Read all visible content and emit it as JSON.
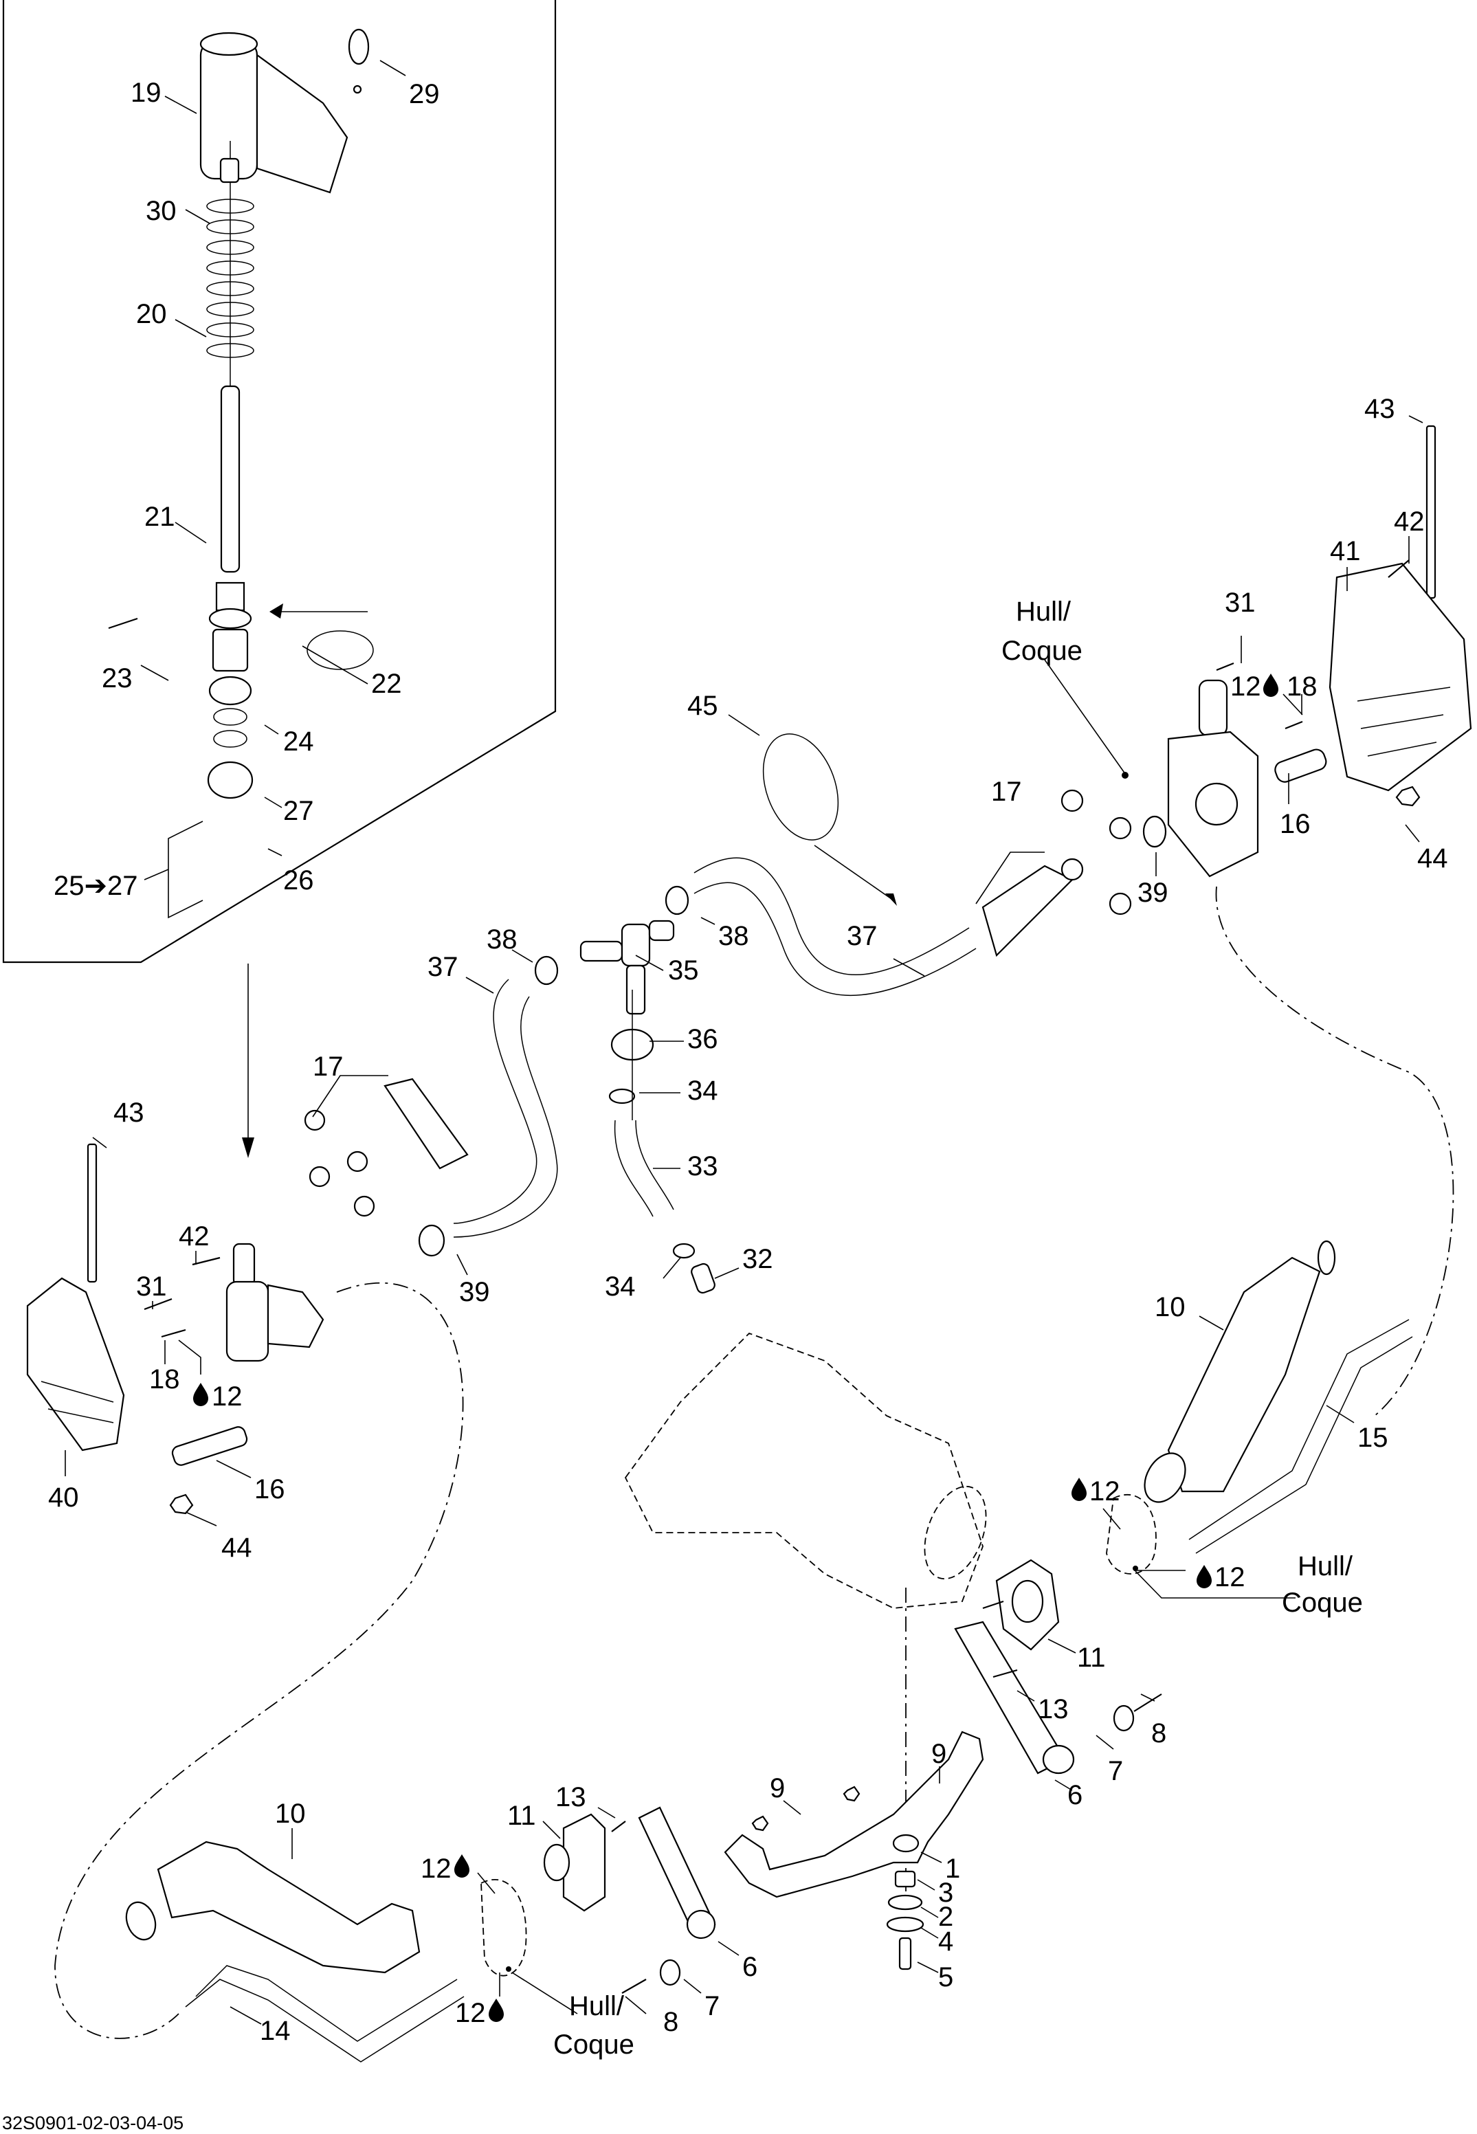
{
  "diagram": {
    "title": "Exploded parts diagram — steering / reverse assembly",
    "drawing_number": "32S0901-02-03-04-05",
    "hull_label_line1": "Hull/",
    "hull_label_line2": "Coque",
    "lubricant_ref": "12",
    "callouts": [
      {
        "id": "c19",
        "text": "19"
      },
      {
        "id": "c29",
        "text": "29"
      },
      {
        "id": "c30",
        "text": "30"
      },
      {
        "id": "c20",
        "text": "20"
      },
      {
        "id": "c21",
        "text": "21"
      },
      {
        "id": "c23",
        "text": "23"
      },
      {
        "id": "c22",
        "text": "22"
      },
      {
        "id": "c24",
        "text": "24"
      },
      {
        "id": "c27",
        "text": "27"
      },
      {
        "id": "c25to27",
        "text": "25➔27"
      },
      {
        "id": "c26",
        "text": "26"
      },
      {
        "id": "c43r",
        "text": "43"
      },
      {
        "id": "c42r",
        "text": "42"
      },
      {
        "id": "c41",
        "text": "41"
      },
      {
        "id": "c31r",
        "text": "31"
      },
      {
        "id": "c12r",
        "text": "12"
      },
      {
        "id": "c18r",
        "text": "18"
      },
      {
        "id": "c16r",
        "text": "16"
      },
      {
        "id": "c44r",
        "text": "44"
      },
      {
        "id": "c17r",
        "text": "17"
      },
      {
        "id": "c39r",
        "text": "39"
      },
      {
        "id": "c45",
        "text": "45"
      },
      {
        "id": "c37r",
        "text": "37"
      },
      {
        "id": "c38r",
        "text": "38"
      },
      {
        "id": "c38l",
        "text": "38"
      },
      {
        "id": "c37l",
        "text": "37"
      },
      {
        "id": "c35",
        "text": "35"
      },
      {
        "id": "c36",
        "text": "36"
      },
      {
        "id": "c34a",
        "text": "34"
      },
      {
        "id": "c33",
        "text": "33"
      },
      {
        "id": "c17l",
        "text": "17"
      },
      {
        "id": "c43l",
        "text": "43"
      },
      {
        "id": "c42l",
        "text": "42"
      },
      {
        "id": "c31l",
        "text": "31"
      },
      {
        "id": "c39l",
        "text": "39"
      },
      {
        "id": "c18l",
        "text": "18"
      },
      {
        "id": "c12l",
        "text": "12"
      },
      {
        "id": "c40",
        "text": "40"
      },
      {
        "id": "c16l",
        "text": "16"
      },
      {
        "id": "c44l",
        "text": "44"
      },
      {
        "id": "c34b",
        "text": "34"
      },
      {
        "id": "c32",
        "text": "32"
      },
      {
        "id": "c10r",
        "text": "10"
      },
      {
        "id": "c15",
        "text": "15"
      },
      {
        "id": "c12a",
        "text": "12"
      },
      {
        "id": "c12b",
        "text": "12"
      },
      {
        "id": "c11r",
        "text": "11"
      },
      {
        "id": "c13r",
        "text": "13"
      },
      {
        "id": "c8r",
        "text": "8"
      },
      {
        "id": "c7r",
        "text": "7"
      },
      {
        "id": "c6r",
        "text": "6"
      },
      {
        "id": "c9r",
        "text": "9"
      },
      {
        "id": "c9l",
        "text": "9"
      },
      {
        "id": "c1",
        "text": "1"
      },
      {
        "id": "c3",
        "text": "3"
      },
      {
        "id": "c2",
        "text": "2"
      },
      {
        "id": "c4",
        "text": "4"
      },
      {
        "id": "c5",
        "text": "5"
      },
      {
        "id": "c10l",
        "text": "10"
      },
      {
        "id": "c13l",
        "text": "13"
      },
      {
        "id": "c11l",
        "text": "11"
      },
      {
        "id": "c12c",
        "text": "12"
      },
      {
        "id": "c12d",
        "text": "12"
      },
      {
        "id": "c6l",
        "text": "6"
      },
      {
        "id": "c7l",
        "text": "7"
      },
      {
        "id": "c8l",
        "text": "8"
      },
      {
        "id": "c14",
        "text": "14"
      }
    ]
  }
}
